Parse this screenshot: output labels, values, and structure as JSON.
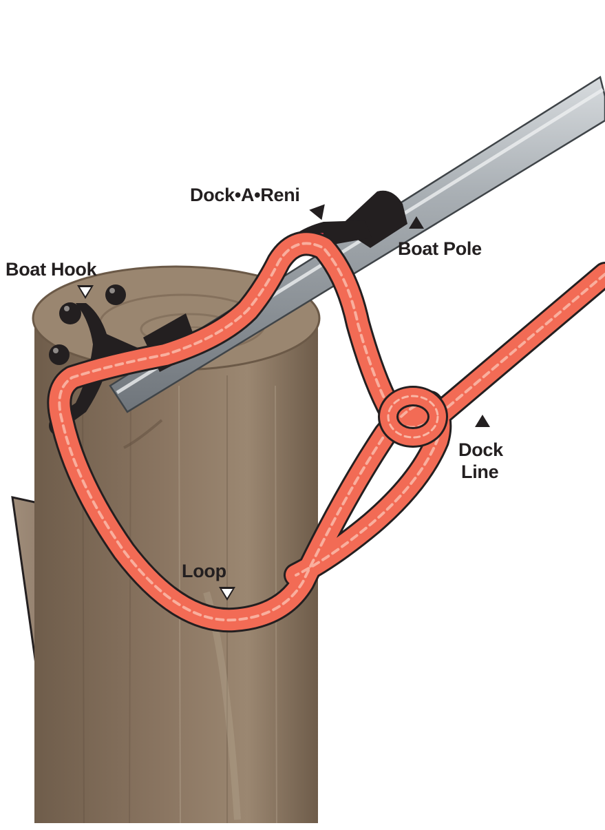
{
  "labels": {
    "dock_a_reni": "Dock•A•Reni",
    "boat_hook": "Boat Hook",
    "boat_pole": "Boat Pole",
    "dock_line_1": "Dock",
    "dock_line_2": "Line",
    "loop": "Loop"
  },
  "colors": {
    "piling": "#85705c",
    "piling_top": "#9a8670",
    "piling_dark": "#6b5947",
    "rope": "#f26b55",
    "rope_highlight": "#f8a08c",
    "pole": "#8e949a",
    "pole_light": "#c9ced2",
    "hook": "#231f20",
    "label_text": "#231f20"
  },
  "icons": {
    "pointer": "triangle-pointer-icon"
  }
}
